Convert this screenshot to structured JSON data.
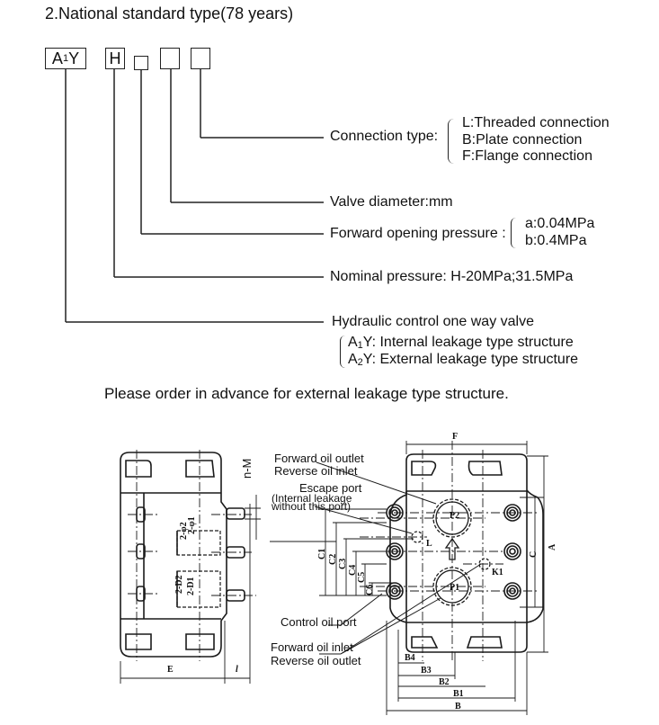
{
  "title": "2.National standard type(78 years)",
  "model_code": {
    "boxes": [
      {
        "label": "A",
        "sub": "1",
        "suffix": "Y"
      },
      {
        "label": "H"
      },
      {
        "label": ""
      },
      {
        "label": ""
      },
      {
        "label": ""
      }
    ]
  },
  "legend": {
    "connection_type": {
      "label": "Connection type:",
      "options": [
        "L:Threaded connection",
        "B:Plate connection",
        "F:Flange connection"
      ]
    },
    "valve_diameter": {
      "label": "Valve diameter:mm"
    },
    "forward_opening_pressure": {
      "label": "Forward opening pressure :",
      "options": [
        "a:0.04MPa",
        "b:0.4MPa"
      ]
    },
    "nominal_pressure": {
      "label": "Nominal pressure: H-20MPa;31.5MPa"
    },
    "valve_type": {
      "label": "Hydraulic control one way valve",
      "options": [
        {
          "code": "A",
          "sub": "1",
          "suffix": "Y",
          "text": ": Internal leakage type structure"
        },
        {
          "code": "A",
          "sub": "2",
          "suffix": "Y",
          "text": ": External leakage type structure"
        }
      ]
    }
  },
  "note": "Please order in advance for external leakage type structure.",
  "drawing": {
    "callouts": {
      "forward_oil_outlet": "Forward oil outlet",
      "reverse_oil_inlet": "Reverse oil inlet",
      "escape_port": "Escape port",
      "internal_leakage_1": "(Internal leakage",
      "internal_leakage_2": "without this port)",
      "control_oil_port": "Control oil port",
      "forward_oil_inlet": "Forward oil inlet",
      "reverse_oil_outlet": "Reverse oil outlet"
    },
    "side_view_dims": {
      "nM": "n-M",
      "phi1": "2-φ1",
      "phi2": "2-φ2",
      "D2": "2-D2",
      "D1": "2-D1",
      "E": "E",
      "l": "l"
    },
    "front_view_dims": {
      "F": "F",
      "A": "A",
      "C": "C",
      "C1": "C1",
      "C2": "C2",
      "C3": "C3",
      "C4": "C4",
      "C5": "C5",
      "C6": "C6",
      "B": "B",
      "B1": "B1",
      "B2": "B2",
      "B3": "B3",
      "B4": "B4",
      "P1": "P1",
      "P2": "P2",
      "L": "L",
      "K1": "K1"
    }
  }
}
